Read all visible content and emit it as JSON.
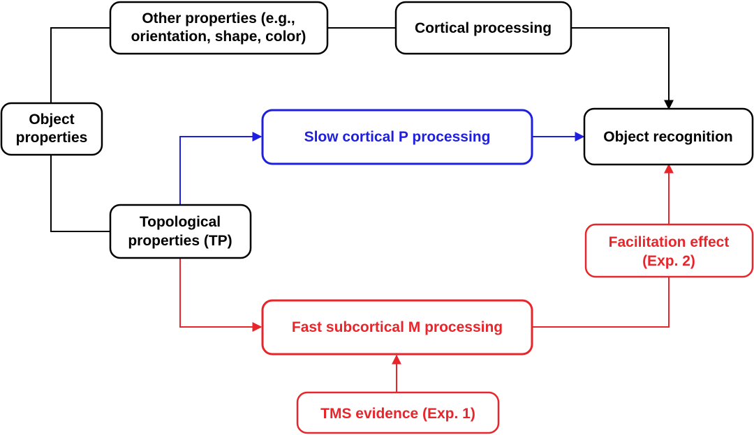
{
  "nodes": {
    "object_properties": {
      "lines": [
        "Object",
        "properties"
      ]
    },
    "other_properties": {
      "lines": [
        "Other properties (e.g.,",
        "orientation, shape, color)"
      ]
    },
    "cortical_processing": {
      "lines": [
        "Cortical processing"
      ]
    },
    "object_recognition": {
      "lines": [
        "Object recognition"
      ]
    },
    "slow_cortical": {
      "lines": [
        "Slow cortical P processing"
      ]
    },
    "topological": {
      "lines": [
        "Topological",
        "properties (TP)"
      ]
    },
    "facilitation": {
      "lines": [
        "Facilitation effect",
        "(Exp. 2)"
      ]
    },
    "fast_subcortical": {
      "lines": [
        "Fast subcortical M processing"
      ]
    },
    "tms": {
      "lines": [
        "TMS evidence (Exp. 1)"
      ]
    }
  },
  "colors": {
    "black": "#000000",
    "blue": "#1f1fe0",
    "red": "#e8252b"
  }
}
